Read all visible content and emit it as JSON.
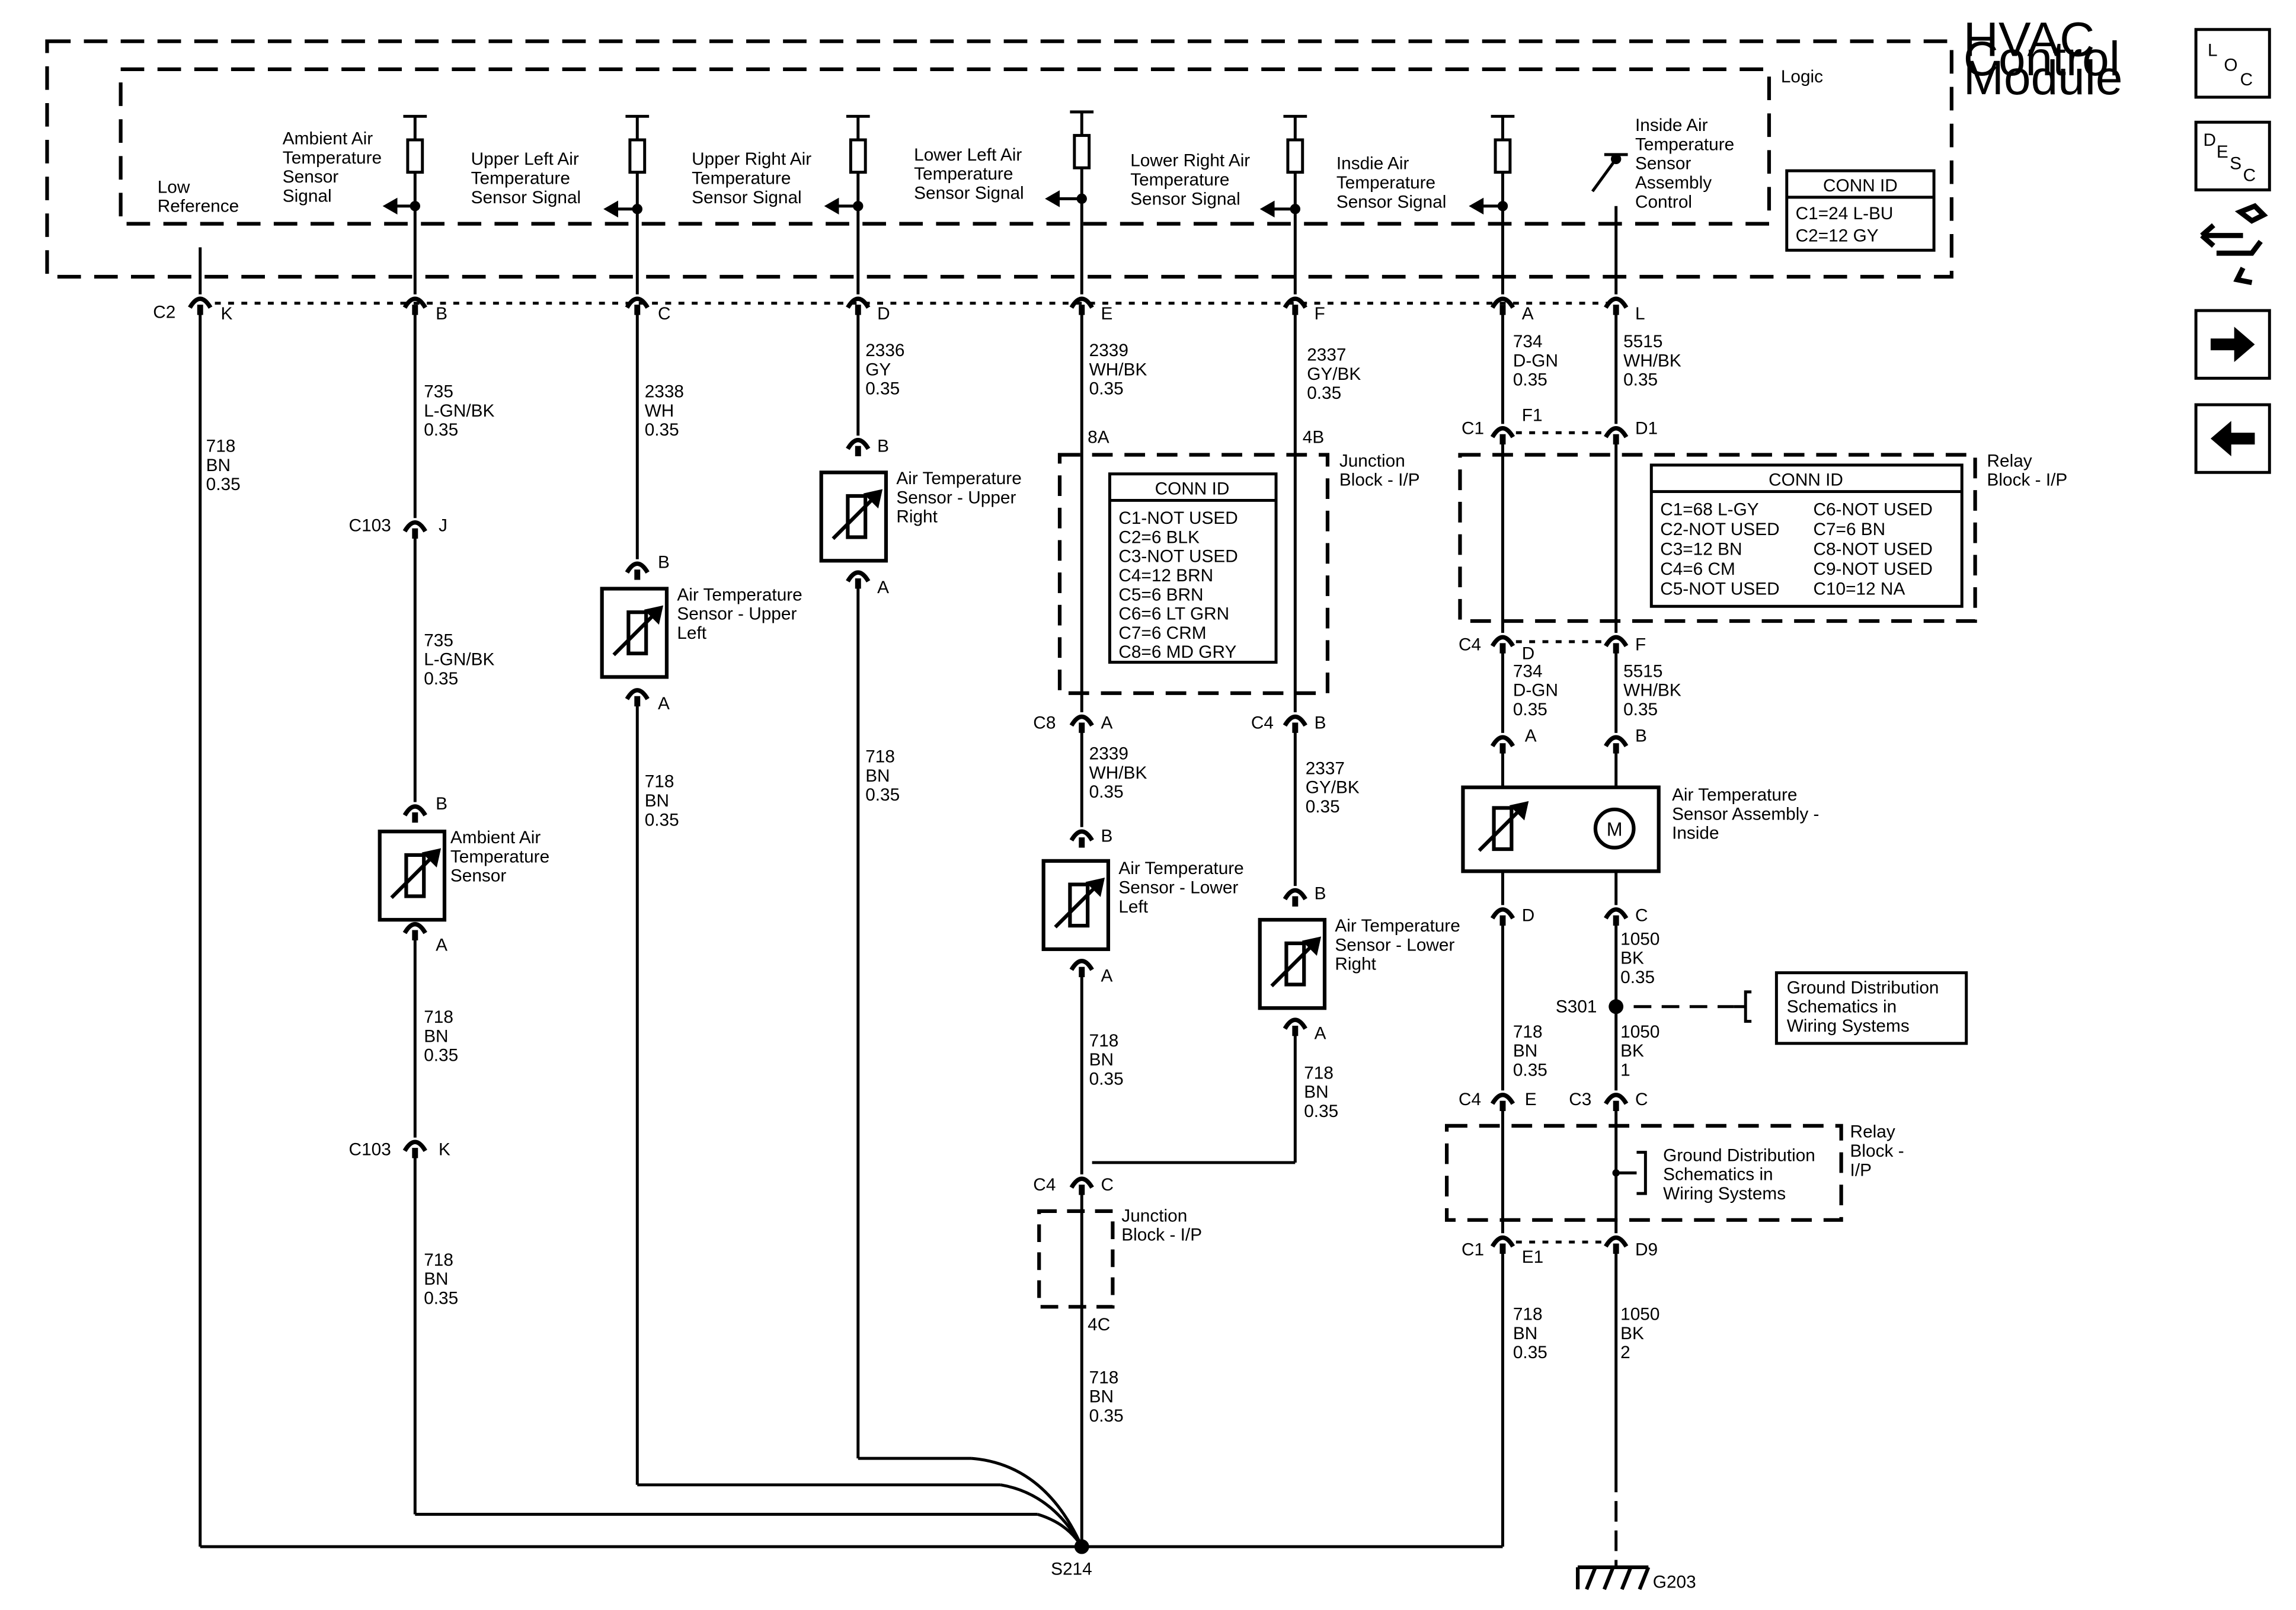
{
  "module": {
    "title": [
      "HVAC",
      "Control",
      "Module"
    ],
    "logic_label": "Logic",
    "connid_header": "CONN ID",
    "connid_rows": [
      "C1=24 L-BU",
      "C2=12 GY"
    ],
    "signals": {
      "low_ref": [
        "Low",
        "Reference"
      ],
      "ambient": [
        "Ambient Air",
        "Temperature",
        "Sensor",
        "Signal"
      ],
      "upper_left": [
        "Upper Left Air",
        "Temperature",
        "Sensor Signal"
      ],
      "upper_right": [
        "Upper Right Air",
        "Temperature",
        "Sensor Signal"
      ],
      "lower_left": [
        "Lower Left Air",
        "Temperature",
        "Sensor Signal"
      ],
      "lower_right": [
        "Lower Right Air",
        "Temperature",
        "Sensor Signal"
      ],
      "inside": [
        "Insdie Air",
        "Temperature",
        "Sensor Signal"
      ],
      "inside_control": [
        "Inside Air",
        "Temperature",
        "Sensor",
        "Assembly",
        "Control"
      ]
    }
  },
  "pins": {
    "c2": "C2",
    "k": "K",
    "b": "B",
    "c": "C",
    "d": "D",
    "e": "E",
    "f": "F",
    "a": "A",
    "l": "L",
    "c1": "C1",
    "f1": "F1",
    "d1": "D1",
    "c4": "C4",
    "c8": "C8",
    "c3": "C3",
    "e1": "E1",
    "d9": "D9",
    "c103": "C103",
    "j": "J",
    "p8a": "8A",
    "p4b": "4B",
    "p4c": "4C"
  },
  "wires": {
    "w718": [
      "718",
      "BN",
      "0.35"
    ],
    "w735": [
      "735",
      "L-GN/BK",
      "0.35"
    ],
    "w2338": [
      "2338",
      "WH",
      "0.35"
    ],
    "w2336": [
      "2336",
      "GY",
      "0.35"
    ],
    "w2339": [
      "2339",
      "WH/BK",
      "0.35"
    ],
    "w2337": [
      "2337",
      "GY/BK",
      "0.35"
    ],
    "w734": [
      "734",
      "D-GN",
      "0.35"
    ],
    "w5515": [
      "5515",
      "WH/BK",
      "0.35"
    ],
    "w1050a": [
      "1050",
      "BK",
      "0.35"
    ],
    "w1050b": [
      "1050",
      "BK",
      "1"
    ],
    "w1050c": [
      "1050",
      "BK",
      "2"
    ]
  },
  "components": {
    "ambient": [
      "Ambient Air",
      "Temperature",
      "Sensor"
    ],
    "upper_left": [
      "Air Temperature",
      "Sensor - Upper",
      "Left"
    ],
    "upper_right": [
      "Air Temperature",
      "Sensor - Upper",
      "Right"
    ],
    "lower_left": [
      "Air Temperature",
      "Sensor - Lower",
      "Left"
    ],
    "lower_right": [
      "Air Temperature",
      "Sensor - Lower",
      "Right"
    ],
    "inside": [
      "Air Temperature",
      "Sensor Assembly -",
      "Inside"
    ],
    "motor_symbol": "M"
  },
  "junction_block": {
    "label": [
      "Junction",
      "Block - I/P"
    ],
    "connid_header": "CONN ID",
    "connid_rows": [
      "C1-NOT USED",
      "C2=6 BLK",
      "C3-NOT USED",
      "C4=12 BRN",
      "C5=6 BRN",
      "C6=6 LT GRN",
      "C7=6 CRM",
      "C8=6 MD GRY"
    ]
  },
  "relay_block": {
    "label": [
      "Relay",
      "Block - I/P"
    ],
    "label2": [
      "Relay",
      "Block -",
      "I/P"
    ],
    "connid_header": "CONN ID",
    "connid_left": [
      "C1=68 L-GY",
      "C2-NOT USED",
      "C3=12 BN",
      "C4=6 CM",
      "C5-NOT USED"
    ],
    "connid_right": [
      "C6-NOT USED",
      "C7=6 BN",
      "C8-NOT USED",
      "C9-NOT USED",
      "C10=12 NA"
    ]
  },
  "ground": {
    "ref": [
      "Ground Distribution",
      "Schematics in",
      "Wiring Systems"
    ],
    "splice_s301": "S301",
    "splice_s214": "S214",
    "ground_g203": "G203"
  },
  "nav": {
    "loc": [
      "L",
      "O",
      "C"
    ],
    "desc": [
      "D",
      "E",
      "S",
      "C"
    ]
  }
}
